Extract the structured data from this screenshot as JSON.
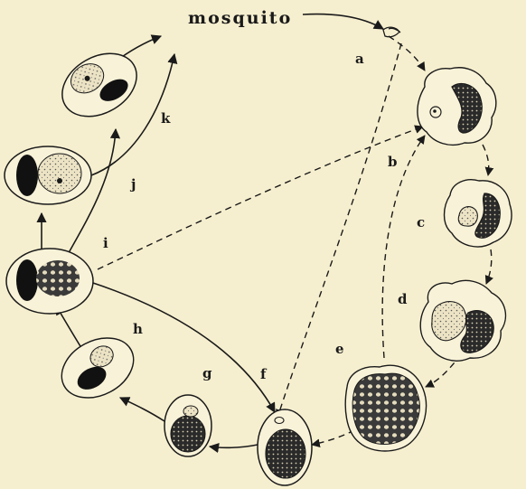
{
  "title": "mosquito",
  "stage_labels": {
    "a": "a",
    "b": "b",
    "c": "c",
    "d": "d",
    "e": "e",
    "f": "f",
    "g": "g",
    "h": "h",
    "i": "i",
    "j": "j",
    "k": "k"
  },
  "colors": {
    "background": "#f6efcf",
    "ink": "#1a1a1a",
    "cell_fill": "#f8f2d8",
    "cytoplasm": "#e6dcc0"
  }
}
